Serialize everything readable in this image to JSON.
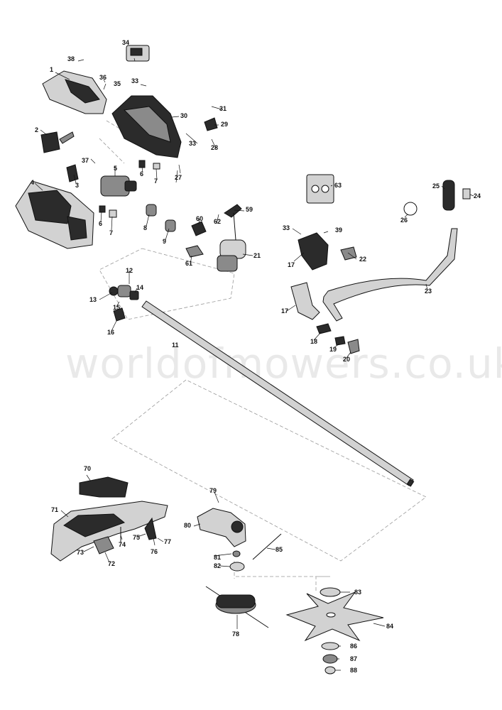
{
  "watermark": "worldofmowers.co.uk",
  "callouts": [
    "1",
    "2",
    "3",
    "4",
    "5",
    "6",
    "6",
    "7",
    "7",
    "8",
    "9",
    "11",
    "12",
    "13",
    "14",
    "15",
    "16",
    "17",
    "17",
    "18",
    "19",
    "20",
    "21",
    "22",
    "23",
    "24",
    "25",
    "26",
    "27",
    "28",
    "29",
    "30",
    "31",
    "33",
    "33",
    "33",
    "34",
    "35",
    "36",
    "37",
    "38",
    "39",
    "59",
    "60",
    "61",
    "62",
    "63",
    "70",
    "71",
    "72",
    "73",
    "74",
    "75",
    "76",
    "77",
    "78",
    "79",
    "80",
    "81",
    "82",
    "83",
    "84",
    "85",
    "86",
    "87",
    "88"
  ],
  "colors": {
    "line": "#111111",
    "part_dark": "#2b2b2b",
    "part_mid": "#8a8a8a",
    "part_light": "#d2d2d2",
    "watermark": "#e9e9e9"
  }
}
